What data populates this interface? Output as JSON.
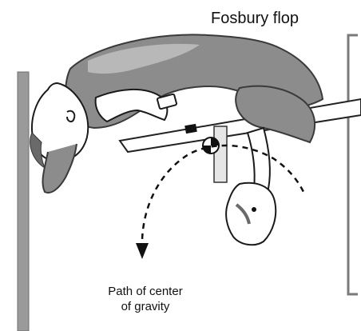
{
  "title": "Fosbury flop",
  "labels": {
    "path_line1": "Path of center",
    "path_line2": "of gravity"
  },
  "colors": {
    "body_gray": "#8c8c8c",
    "dark_gray": "#707070",
    "light_fill": "#ffffff",
    "ink": "#1a1a1a"
  }
}
